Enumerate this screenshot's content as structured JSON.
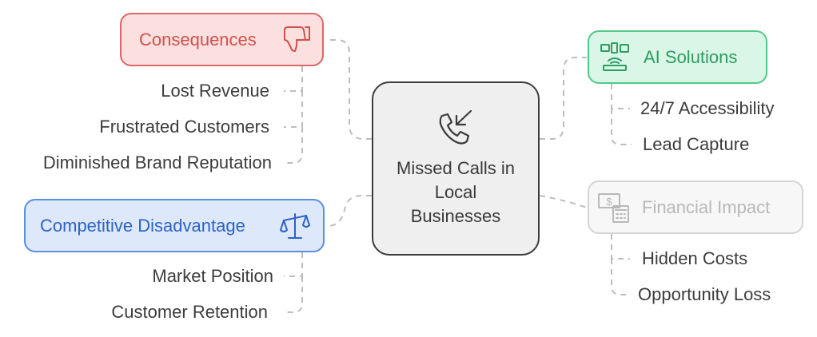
{
  "center": {
    "label": "Missed Calls in Local Businesses",
    "icon": "phone-missed-call-icon"
  },
  "branches": {
    "consequences": {
      "label": "Consequences",
      "icon": "thumbs-down-icon",
      "color": "#db6866",
      "items": [
        "Lost Revenue",
        "Frustrated Customers",
        "Diminished Brand Reputation"
      ]
    },
    "competitive": {
      "label": "Competitive Disadvantage",
      "icon": "balance-scale-icon",
      "color": "#5d8ee0",
      "items": [
        "Market Position",
        "Customer Retention"
      ]
    },
    "ai": {
      "label": "AI Solutions",
      "icon": "network-devices-icon",
      "color": "#52c98a",
      "items": [
        "24/7 Accessibility",
        "Lead Capture"
      ]
    },
    "financial": {
      "label": "Financial Impact",
      "icon": "money-calculator-icon",
      "color": "#d4d4d4",
      "items": [
        "Hidden Costs",
        "Opportunity Loss"
      ]
    }
  }
}
